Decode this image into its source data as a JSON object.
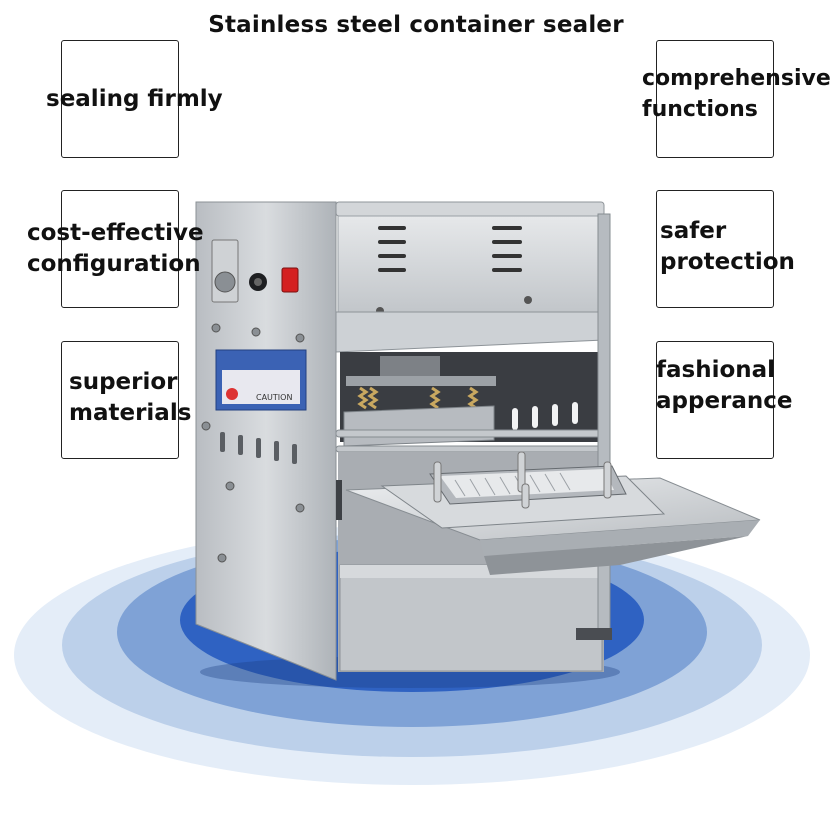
{
  "title": "Stainless steel container sealer",
  "features": {
    "sealing_firmly": "sealing firmly",
    "cost_effective": [
      "cost-effective",
      "configuration"
    ],
    "superior_materials": [
      "superior",
      "materials"
    ],
    "comprehensive_functions": [
      "comprehensive",
      "functions"
    ],
    "safer_protection": [
      "safer",
      "protection"
    ],
    "fashional_apperance": [
      "fashional",
      "apperance"
    ]
  },
  "machine_label": {
    "caution": "CAUTION"
  },
  "colors": {
    "ring_outer": "#e4edf8",
    "ring_2": "#bcd0ea",
    "ring_3": "#7fa2d6",
    "ring_inner": "#2f62c2",
    "steel": "#c8cbcf",
    "steel_dark": "#9ea3a8"
  }
}
